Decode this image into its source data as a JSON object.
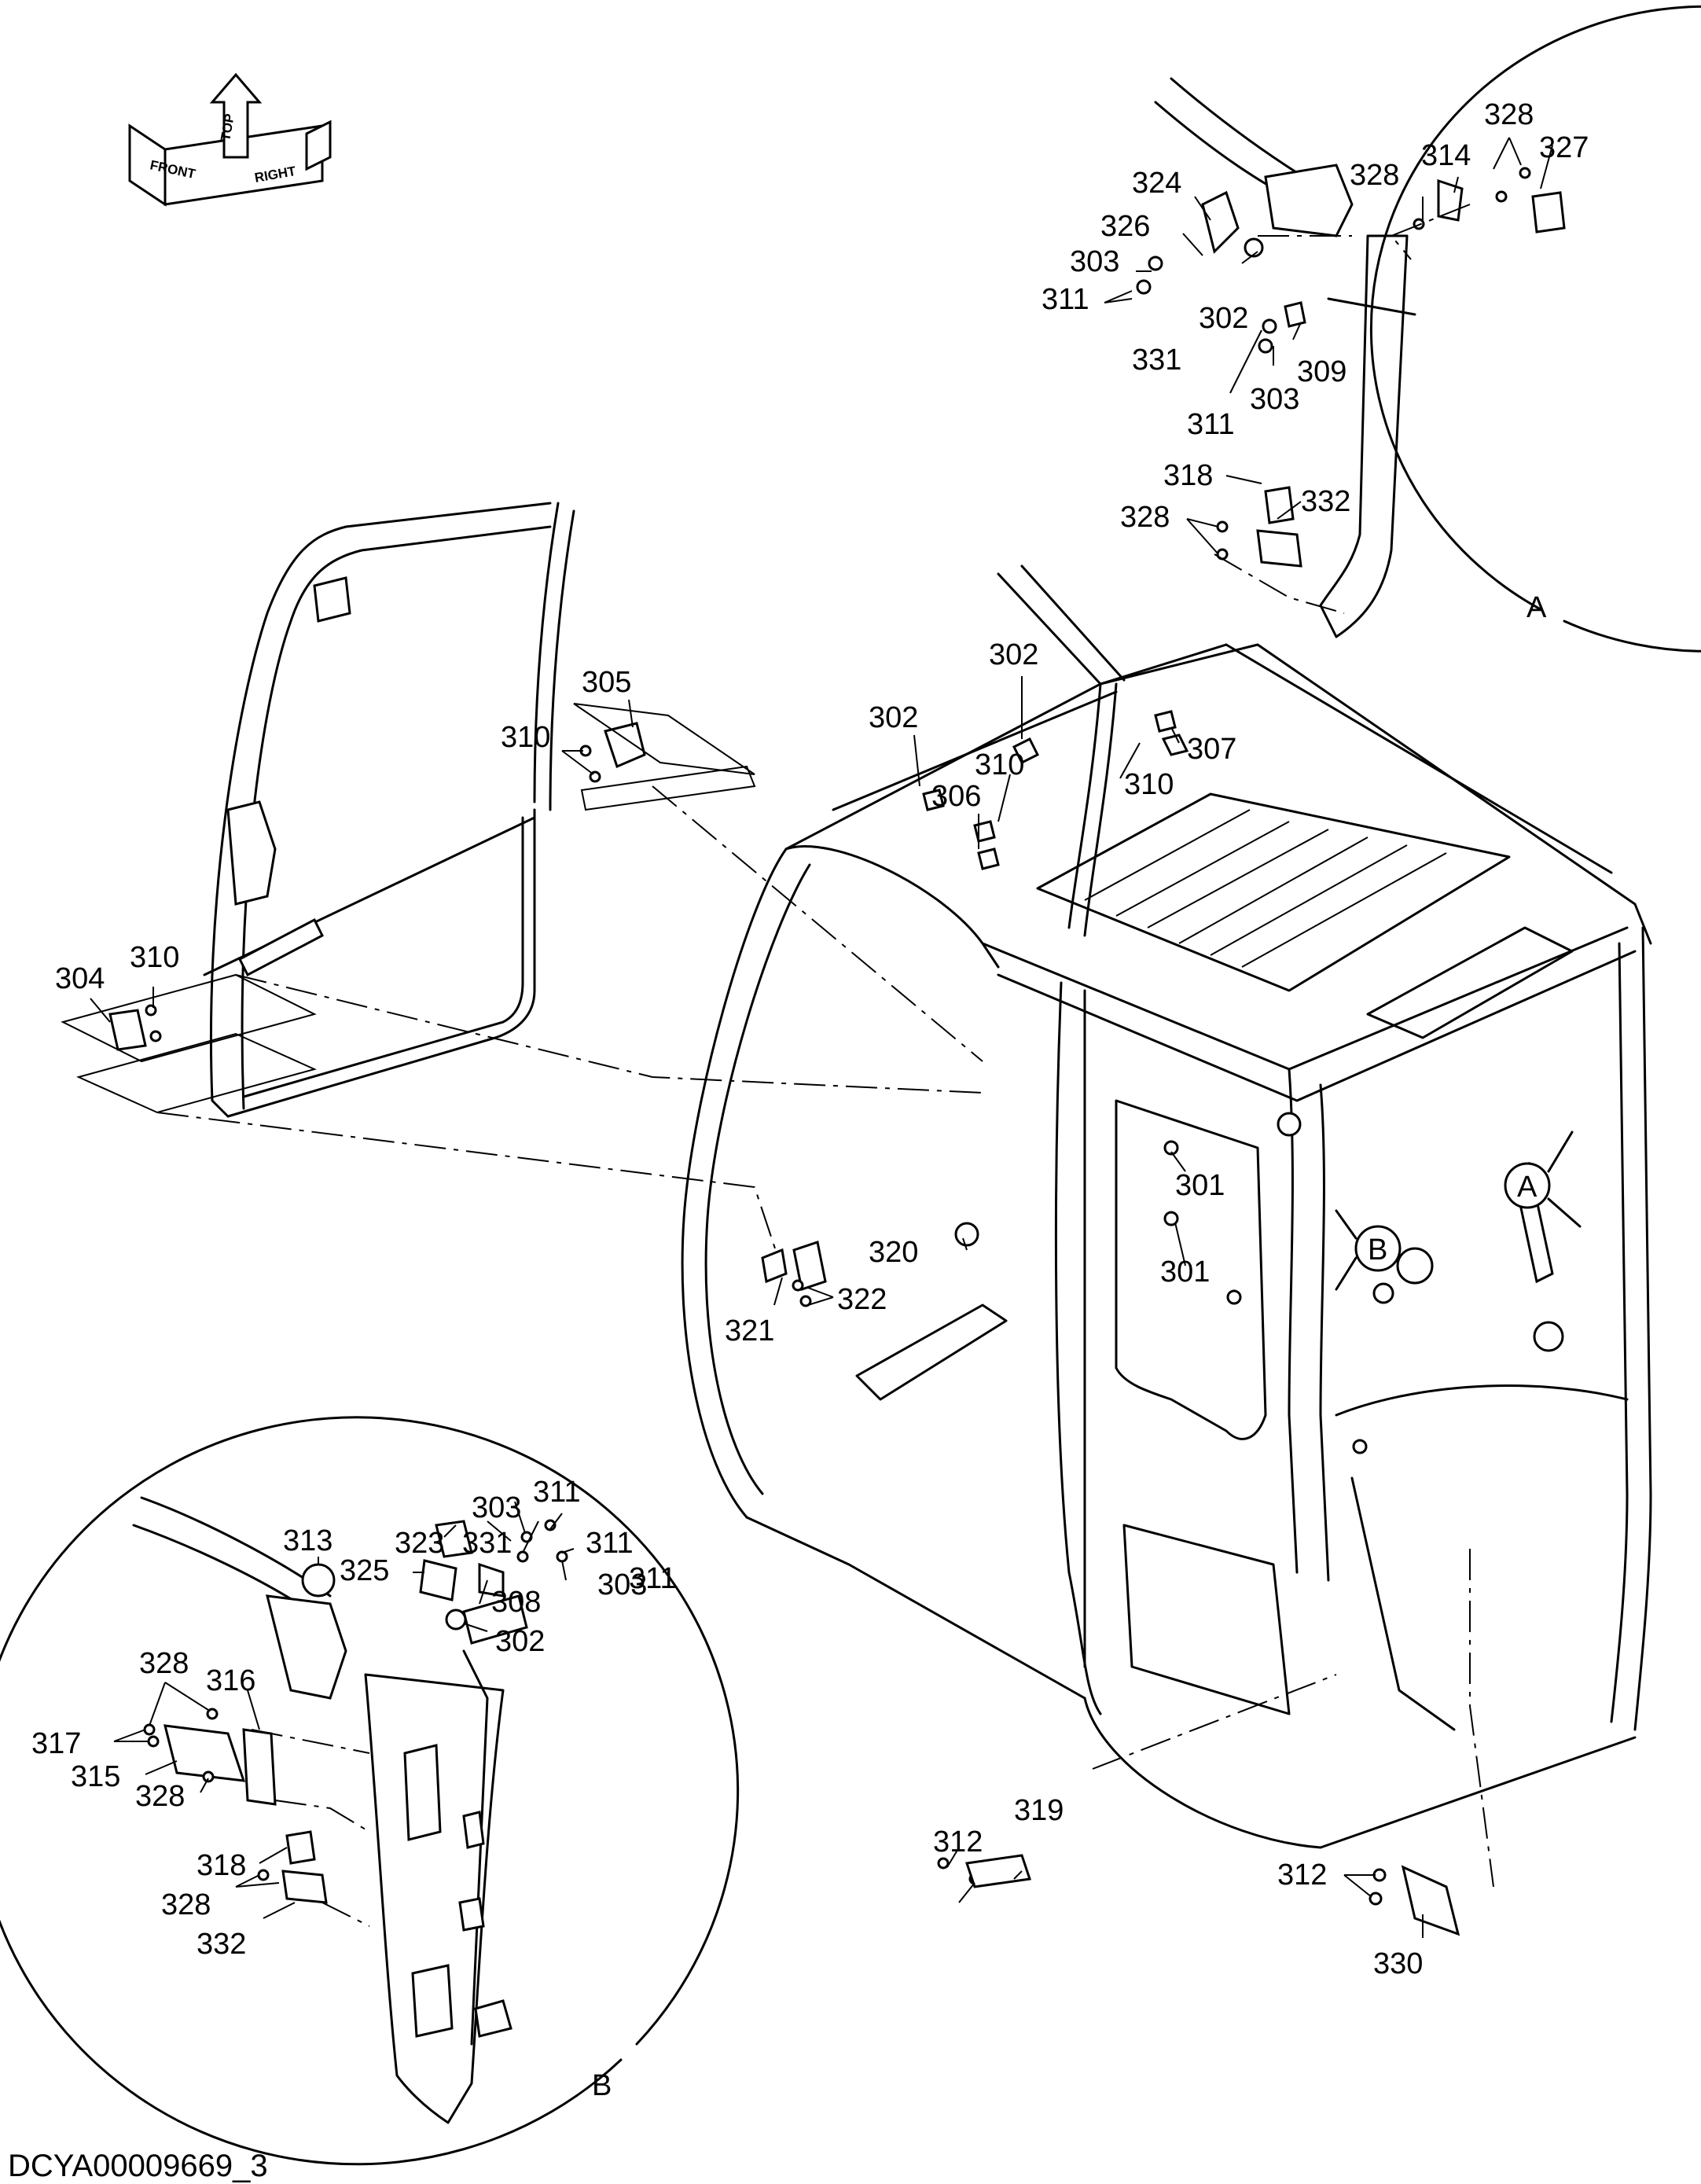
{
  "orientation": {
    "front": "FRONT",
    "top": "TOP",
    "right": "RIGHT"
  },
  "document_id": "DCYA00009669_3",
  "detail_a": {
    "letter": "A",
    "labels": [
      "328",
      "314",
      "327",
      "324",
      "328",
      "326",
      "303",
      "311",
      "302",
      "331",
      "309",
      "303",
      "311",
      "318",
      "332",
      "328"
    ]
  },
  "detail_b": {
    "letter": "B",
    "labels": [
      "311",
      "303",
      "323",
      "331",
      "311",
      "313",
      "325",
      "311",
      "308",
      "303",
      "302",
      "328",
      "316",
      "317",
      "315",
      "328",
      "318",
      "328",
      "332"
    ]
  },
  "door": {
    "labels": [
      "305",
      "310",
      "304",
      "310"
    ]
  },
  "cab": {
    "labels": [
      "302",
      "302",
      "310",
      "307",
      "306",
      "310",
      "301",
      "301",
      "320",
      "322",
      "321",
      "312",
      "319",
      "312",
      "330"
    ]
  },
  "view_markers": {
    "a": "A",
    "b": "B"
  }
}
